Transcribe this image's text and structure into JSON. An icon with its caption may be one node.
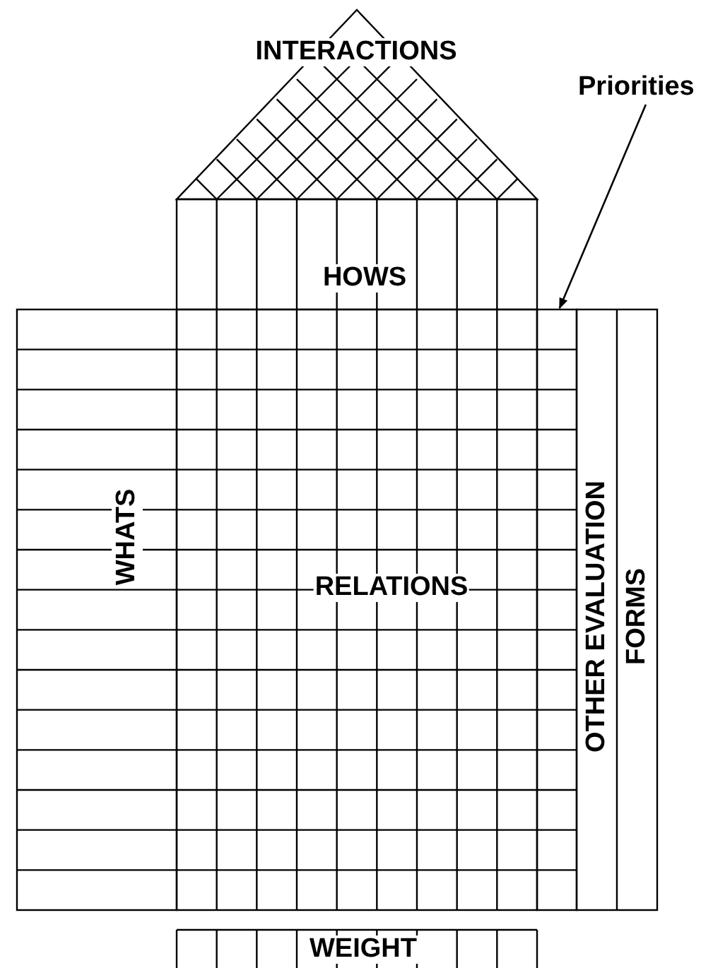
{
  "diagram": {
    "nodes": [
      {
        "text": [
          "INTERACTIONS"
        ]
      },
      {
        "text": [
          "Priorities"
        ]
      },
      {
        "text": [
          "HOWS"
        ]
      },
      {
        "text": [],
        "shape": "box"
      },
      {
        "text": [
          "WHATS"
        ]
      },
      {
        "text": [
          "RELATIONS"
        ]
      },
      {
        "text": [
          "OTHER EVALUATION FORMS"
        ]
      },
      {
        "text": [
          "WEIGHT"
        ]
      }
    ],
    "edges": [
      {
        "from": 1,
        "to": 3,
        "arrow": "to"
      }
    ]
  }
}
